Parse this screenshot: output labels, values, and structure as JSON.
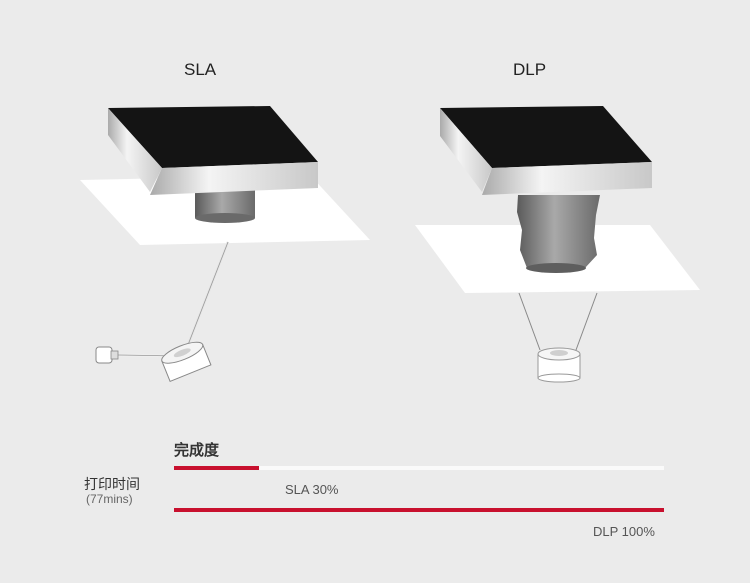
{
  "sla": {
    "heading": "SLA",
    "progress": 0.3,
    "progress_text": "SLA 30%"
  },
  "dlp": {
    "heading": "DLP",
    "progress": 1.0,
    "progress_text": "DLP 100%"
  },
  "completion_label": "完成度",
  "print_time_label": "打印时间",
  "print_time_value": "(77mins)",
  "colors": {
    "accent": "#c8102e",
    "track": "#fafafa",
    "background": "#ebebeb"
  }
}
